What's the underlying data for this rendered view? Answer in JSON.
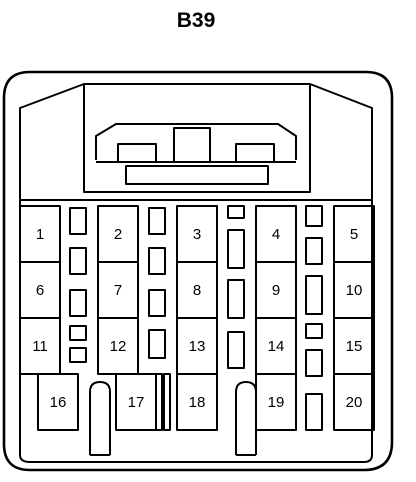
{
  "title": "B39",
  "pins": [
    {
      "label": "1"
    },
    {
      "label": "2"
    },
    {
      "label": "3"
    },
    {
      "label": "4"
    },
    {
      "label": "5"
    },
    {
      "label": "6"
    },
    {
      "label": "7"
    },
    {
      "label": "8"
    },
    {
      "label": "9"
    },
    {
      "label": "10"
    },
    {
      "label": "11"
    },
    {
      "label": "12"
    },
    {
      "label": "13"
    },
    {
      "label": "14"
    },
    {
      "label": "15"
    },
    {
      "label": "16"
    },
    {
      "label": "17"
    },
    {
      "label": "18"
    },
    {
      "label": "19"
    },
    {
      "label": "20"
    }
  ]
}
